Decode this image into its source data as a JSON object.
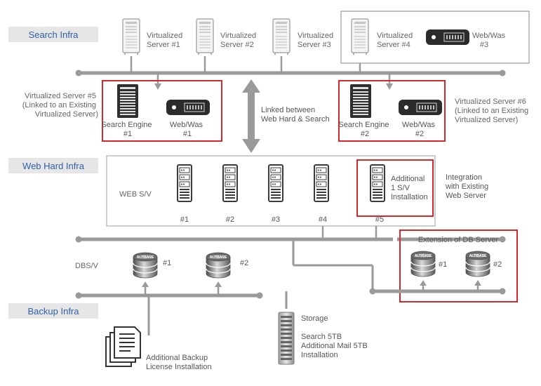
{
  "sections": {
    "search_infra": "Search Infra",
    "web_hard_infra": "Web Hard Infra",
    "backup_infra": "Backup Infra"
  },
  "servers_top": {
    "vs1": [
      "Virtualized",
      "Server #1"
    ],
    "vs2": [
      "Virtualized",
      "Server #2"
    ],
    "vs3": [
      "Virtualized",
      "Server #3"
    ],
    "vs4": [
      "Virtualized",
      "Server #4"
    ],
    "webwas3": [
      "Web/Was",
      "#3"
    ]
  },
  "left_group": {
    "note": [
      "Virtualized Server #5",
      "(Linked to an Existing",
      "Virtualized Server)"
    ],
    "search_engine": [
      "Search Engine",
      "#1"
    ],
    "webwas": [
      "Web/Was",
      "#1"
    ]
  },
  "right_group": {
    "note": [
      "Virtualized Server #6",
      "(Linked to an Existing",
      "Virtualized Server)"
    ],
    "search_engine": [
      "Search Engine",
      "#2"
    ],
    "webwas": [
      "Web/Was",
      "#2"
    ]
  },
  "link_label": [
    "Linked between",
    "Web Hard & Search"
  ],
  "web_sv": {
    "label": "WEB S/V",
    "servers": [
      "#1",
      "#2",
      "#3",
      "#4",
      "#5"
    ],
    "additional": [
      "Additional",
      "1 S/V",
      "Installation"
    ],
    "integration": [
      "Integration",
      "with Existing",
      "Web Server"
    ]
  },
  "db": {
    "label": "DBS/V",
    "left_nums": [
      "#1",
      "#2"
    ],
    "extension_title": "Extension of DB Server",
    "ext_nums": [
      "#1",
      "#2"
    ],
    "brand": "ALTIBASE"
  },
  "storage": {
    "label": "Storage",
    "details": [
      "Search 5TB",
      "Additional Mail 5TB",
      "Installation"
    ]
  },
  "backup_license": [
    "Additional Backup",
    "License Installation"
  ],
  "colors": {
    "accent_blue": "#2e5fa8",
    "highlight_red": "#d7282f",
    "line_gray": "#9a9a9a",
    "section_bg": "#e6e6e6"
  }
}
